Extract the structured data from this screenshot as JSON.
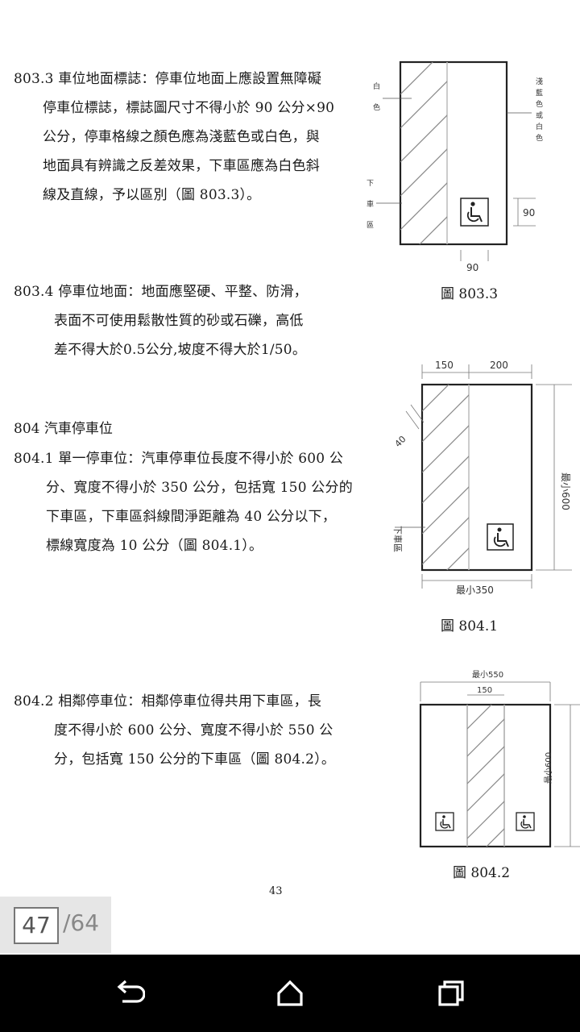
{
  "document": {
    "sec_803_3": {
      "lines": [
        "803.3 車位地面標誌：停車位地面上應設置無障礙",
        "停車位標誌，標誌圖尺寸不得小於 90 公分×90",
        "公分，停車格線之顏色應為淺藍色或白色，與",
        "地面具有辨識之反差效果，下車區應為白色斜",
        "線及直線，予以區別（圖 803.3）。"
      ]
    },
    "sec_803_4": {
      "lines": [
        "803.4 停車位地面：地面應堅硬、平整、防滑，",
        "表面不可使用鬆散性質的砂或石礫，高低",
        "差不得大於0.5公分,坡度不得大於1/50。"
      ]
    },
    "sec_804_title": "804 汽車停車位",
    "sec_804_1": {
      "lines": [
        "804.1 單一停車位：汽車停車位長度不得小於 600 公",
        "分、寬度不得小於 350 公分，包括寬 150 公分的",
        "下車區，下車區斜線間淨距離為 40 公分以下，",
        "標線寬度為 10 公分（圖 804.1）。"
      ]
    },
    "sec_804_2": {
      "lines": [
        "804.2 相鄰停車位：相鄰停車位得共用下車區，長",
        "度不得小於 600 公分、寬度不得小於 550 公",
        "分，包括寬 150 公分的下車區（圖 804.2）。"
      ]
    },
    "page_number": "43"
  },
  "figures": {
    "fig_803_3": {
      "caption": "圖 803.3",
      "label_white": "白色",
      "label_light_blue": "淺藍色或白色",
      "label_unload": "下車區",
      "dim_90_side": "90",
      "dim_90_bottom": "90",
      "symbol": "wheelchair-icon"
    },
    "fig_804_1": {
      "caption": "圖 804.1",
      "dim_150": "150",
      "dim_200": "200",
      "dim_40": "40",
      "dim_min_600": "最小600",
      "dim_min_350": "最小350",
      "label_unload": "下車區",
      "symbol": "wheelchair-icon"
    },
    "fig_804_2": {
      "caption": "圖 804.2",
      "dim_min_550": "最小550",
      "dim_150": "150",
      "dim_min_600": "最小600",
      "symbol": "wheelchair-icon"
    }
  },
  "viewer": {
    "current_page": "47",
    "total_pages": "/64"
  },
  "navbar": {
    "back": "back-icon",
    "home": "home-icon",
    "recents": "recents-icon"
  }
}
